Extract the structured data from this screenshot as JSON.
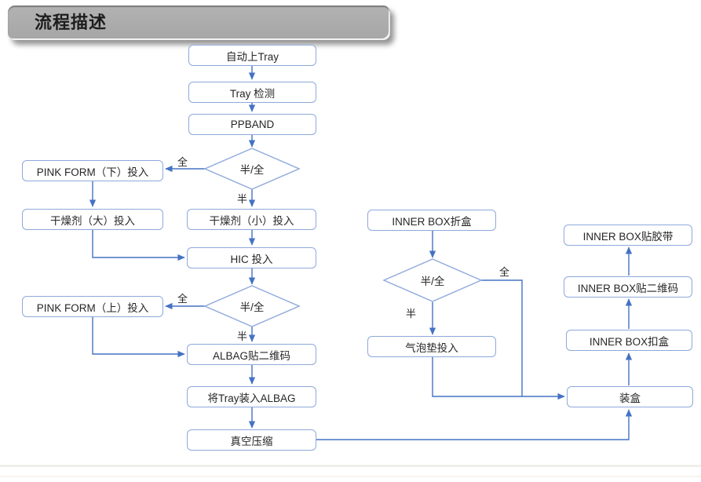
{
  "title": "流程描述",
  "colors": {
    "box_border": "#8ea9db",
    "arrow": "#4472c4",
    "text": "#262626",
    "banner_fill": "#a9a9a9"
  },
  "nodes": {
    "auto_tray": "自动上Tray",
    "tray_check": "Tray 检测",
    "ppband": "PPBAND",
    "pink_form_down": "PINK FORM（下）投入",
    "dry_large": "干燥剂（大）投入",
    "dry_small": "干燥剂（小）投入",
    "hic": "HIC 投入",
    "pink_form_up": "PINK FORM（上）投入",
    "albag_qr": "ALBAG贴二维码",
    "tray_into_albag": "将Tray装入ALBAG",
    "vacuum": "真空压缩",
    "inner_fold": "INNER BOX折盒",
    "bubble_pad": "气泡垫投入",
    "inner_tape": "INNER BOX贴胶带",
    "inner_qr": "INNER BOX贴二维码",
    "inner_lock": "INNER BOX扣盒",
    "pack_box": "装盒"
  },
  "decisions": {
    "d1": "半/全",
    "d2": "半/全",
    "d3": "半/全"
  },
  "edge_labels": {
    "d1_full": "全",
    "d1_half": "半",
    "d2_full": "全",
    "d2_half": "半",
    "d3_full": "全",
    "d3_half": "半"
  },
  "edges": [
    {
      "from": "自动上Tray",
      "to": "Tray 检测"
    },
    {
      "from": "Tray 检测",
      "to": "PPBAND"
    },
    {
      "from": "PPBAND",
      "to": "半/全判断1"
    },
    {
      "from": "半/全判断1",
      "to": "PINK FORM（下）投入",
      "label": "全"
    },
    {
      "from": "半/全判断1",
      "to": "干燥剂（小）投入",
      "label": "半"
    },
    {
      "from": "PINK FORM（下）投入",
      "to": "干燥剂（大）投入"
    },
    {
      "from": "干燥剂（大）投入",
      "to": "HIC 投入"
    },
    {
      "from": "干燥剂（小）投入",
      "to": "HIC 投入"
    },
    {
      "from": "HIC 投入",
      "to": "半/全判断2"
    },
    {
      "from": "半/全判断2",
      "to": "PINK FORM（上）投入",
      "label": "全"
    },
    {
      "from": "半/全判断2",
      "to": "ALBAG贴二维码",
      "label": "半"
    },
    {
      "from": "PINK FORM（上）投入",
      "to": "ALBAG贴二维码"
    },
    {
      "from": "ALBAG贴二维码",
      "to": "将Tray装入ALBAG"
    },
    {
      "from": "将Tray装入ALBAG",
      "to": "真空压缩"
    },
    {
      "from": "真空压缩",
      "to": "装盒"
    },
    {
      "from": "INNER BOX折盒",
      "to": "半/全判断3"
    },
    {
      "from": "半/全判断3",
      "to": "装盒",
      "label": "全"
    },
    {
      "from": "半/全判断3",
      "to": "气泡垫投入",
      "label": "半"
    },
    {
      "from": "气泡垫投入",
      "to": "装盒"
    },
    {
      "from": "装盒",
      "to": "INNER BOX扣盒"
    },
    {
      "from": "INNER BOX扣盒",
      "to": "INNER BOX贴二维码"
    },
    {
      "from": "INNER BOX贴二维码",
      "to": "INNER BOX贴胶带"
    }
  ]
}
